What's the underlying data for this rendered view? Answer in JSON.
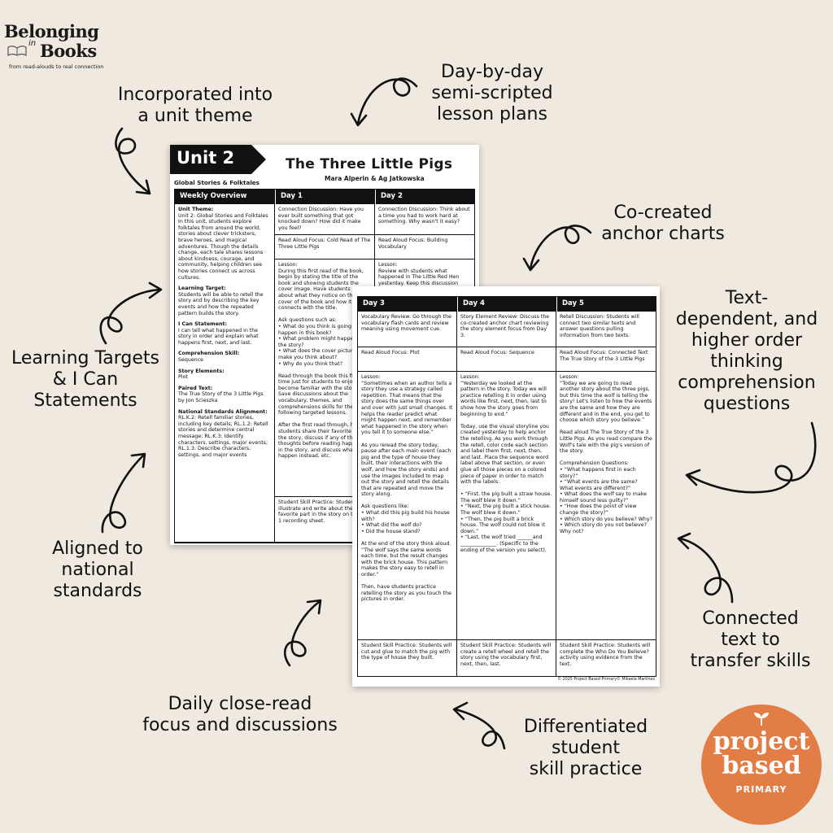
{
  "brand": {
    "title_part1": "Belonging",
    "title_in": "in",
    "title_part2": "Books",
    "tagline": "from read-alouds to real connection"
  },
  "callouts": {
    "unit_theme": "Incorporated into\na unit theme",
    "lesson_plans": "Day-by-day\nsemi-scripted\nlesson plans",
    "anchor_charts": "Co-created\nanchor charts",
    "text_dependent": "Text-\ndependent, and\nhigher order\nthinking\ncomprehension\nquestions",
    "learning_targets": "Learning Targets\n& I Can\nStatements",
    "connected_text": "Connected\ntext to\ntransfer skills",
    "national_standards": "Aligned to\nnational\nstandards",
    "close_read": "Daily close-read\nfocus and discussions",
    "skill_practice": "Differentiated\nstudent\nskill practice"
  },
  "sheet1": {
    "unit_label": "Unit 2",
    "unit_sub": "Global Stories & Folktales",
    "book_title": "The Three Little Pigs",
    "authors": "Mara Alperin & Ag Jatkowska",
    "headers": [
      "Weekly Overview",
      "Day 1",
      "Day 2"
    ],
    "overview": [
      {
        "h": "Unit Theme:",
        "t": "Unit 2: Global Stories and Folktales In this unit, students explore folktales from around the world; stories about clever tricksters, brave heroes, and magical adventures. Though the details change, each tale shares lessons about kindness, courage, and community, helping children see how stories connect us across cultures."
      },
      {
        "h": "Learning Target:",
        "t": "Students will be able to retell the story and by describing the key events and how the repeated pattern builds the story."
      },
      {
        "h": "I Can Statement:",
        "t": "I can tell what happened in the story in order and explain what happens first, next, and last."
      },
      {
        "h": "Comprehension Skill:",
        "t": "Sequence"
      },
      {
        "h": "Story Elements:",
        "t": "Plot"
      },
      {
        "h": "Paired Text:",
        "t": "The True Story of the 3 Little Pigs by Jon Scieszka"
      },
      {
        "h": "National Standards Alignment:",
        "t": "RL.K.2: Retell familiar stories, including key details; RL.1.2: Retell stories and determine central message; RL.K.3: Identify characters, settings, major events; RL.1.3: Describe characters, settings, and major events"
      }
    ],
    "day1": {
      "connection": "Connection Discussion: Have you ever built something that got knocked down? How did it make you feel?",
      "focus": "Read Aloud Focus: Cold Read of The Three Little Pigs",
      "lesson": "Lesson:\nDuring this first read of the book, begin by stating the title of the book and showing students the cover image. Have students think about what they notice on the cover of the book and how it connects with the title.\n\nAsk questions such as:\n• What do you think is going to happen in this book?\n• What problem might happen in the story?\n• What does the cover picture make you think about?\n• Why do you think that?\n\nRead through the book this first time just for students to enjoy and become familiar with the story. Save discussions about the vocabulary, themes, and comprehensions skills for the following targeted lessons.\n\nAfter the first read through, have students share their favorite part of the story, discuss if any of their thoughts before reading happened in the story, and discuss what did happen instead, etc.",
      "practice": "Student Skill Practice: Students will illustrate and write about their favorite part in the story on the day 1 recording sheet."
    },
    "day2": {
      "connection": "Connection Discussion: Think about a time you had to work hard at something. Why wasn't it easy?",
      "focus": "Read Aloud Focus: Building Vocabulary",
      "lesson": "Lesson:\nReview with students what happened in The Little Red Hen yesterday. Keep this discussion"
    }
  },
  "sheet2": {
    "headers": [
      "Day 3",
      "Day 4",
      "Day 5"
    ],
    "day3": {
      "connection": "Vocabulary Review: Go through the vocabulary flash cards and review meaning using movement cue.",
      "focus": "Read Aloud Focus: Plot",
      "lesson": "Lesson:\n“Sometimes when an author tells a story they use a strategy called repetition. That means that the story does the same things over and over with just small changes. It helps the reader predict what might happen next, and remember what happened in the story when you tell it to someone else.”\n\nAs you reread the story today, pause after each main event (each pig and the type of house they built, their interactions with the wolf, and how the story ends) and use the images included to map out the story and retell the details that are repeated and move the story along.\n\nAsk questions like:\n• What did this pig build his house with?\n• What did the wolf do?\n• Did the house stand?\n\nAt the end of the story think aloud. “The wolf says the same words each time, but the result changes with the brick house. This pattern makes the story easy to retell in order.”\n\nThen, have students practice retelling the story as you touch the pictures in order.",
      "practice": "Student Skill Practice: Students will cut and glue to match the pig with the type of house they built."
    },
    "day4": {
      "connection": "Story Element Review: Discuss the co-created anchor chart reviewing the story element focus from Day 3.",
      "focus": "Read Aloud Focus: Sequence",
      "lesson": "Lesson:\n“Yesterday we looked at the pattern in the story. Today we will practice retelling it in order using words like first, next, then, last to show how the story goes from beginning to end.”\n\nToday, use the visual storyline you created yesterday to help anchor the retelling. As you work through the retell, color code each section and label them first, next, then, and last. Place the sequence word label above that section, or even glue all those pieces on a colored piece of paper in order to match with the labels.\n\n• “First, the pig built a straw house. The wolf blew it down.”\n• “Next, the pig built a stick house. The wolf blew it down.”\n• “Then, the pig built a brick house. The wolf could not blow it down.”\n• “Last, the wolf tried ______and ______________. (Specific to the ending of the version you select).",
      "practice": "Student Skill Practice: Students will create a retell wheel and retell the story using the vocabulary first, next, then, last."
    },
    "day5": {
      "connection": "Retell Discussion: Students will connect two similar texts and answer questions pulling information from two texts.",
      "focus": "Read Aloud Focus: Connected Text The True Story of the 3 Little Pigs",
      "lesson": "Lesson:\n“Today we are going to read another story about the three pigs, but this time the wolf is telling the story! Let's listen to how the events are the same and how they are different and in the end, you get to choose which story you believe.”\n\nRead aloud The True Story of the 3 Little Pigs. As you read compare the Wolf's tale with the pig's version of the story.\n\nComprehension Questions:\n• “What happens first in each story?”\n• “What events are the same? What events are different?”\n• What does the wolf say to make himself sound less guilty?”\n• “How does the point of view change the story?”\n• Which story do you believe? Why?\n• Which story do you not believe? Why not?",
      "practice": "Student Skill Practice: Students will complete the Who Do You Believe? activity using evidence from the text."
    },
    "copyright": "© 2025 Project Based Primary© Mikaela Martinez"
  },
  "badge": {
    "line1": "project",
    "line2": "based",
    "line3": "PRIMARY",
    "color": "#e27d46"
  }
}
